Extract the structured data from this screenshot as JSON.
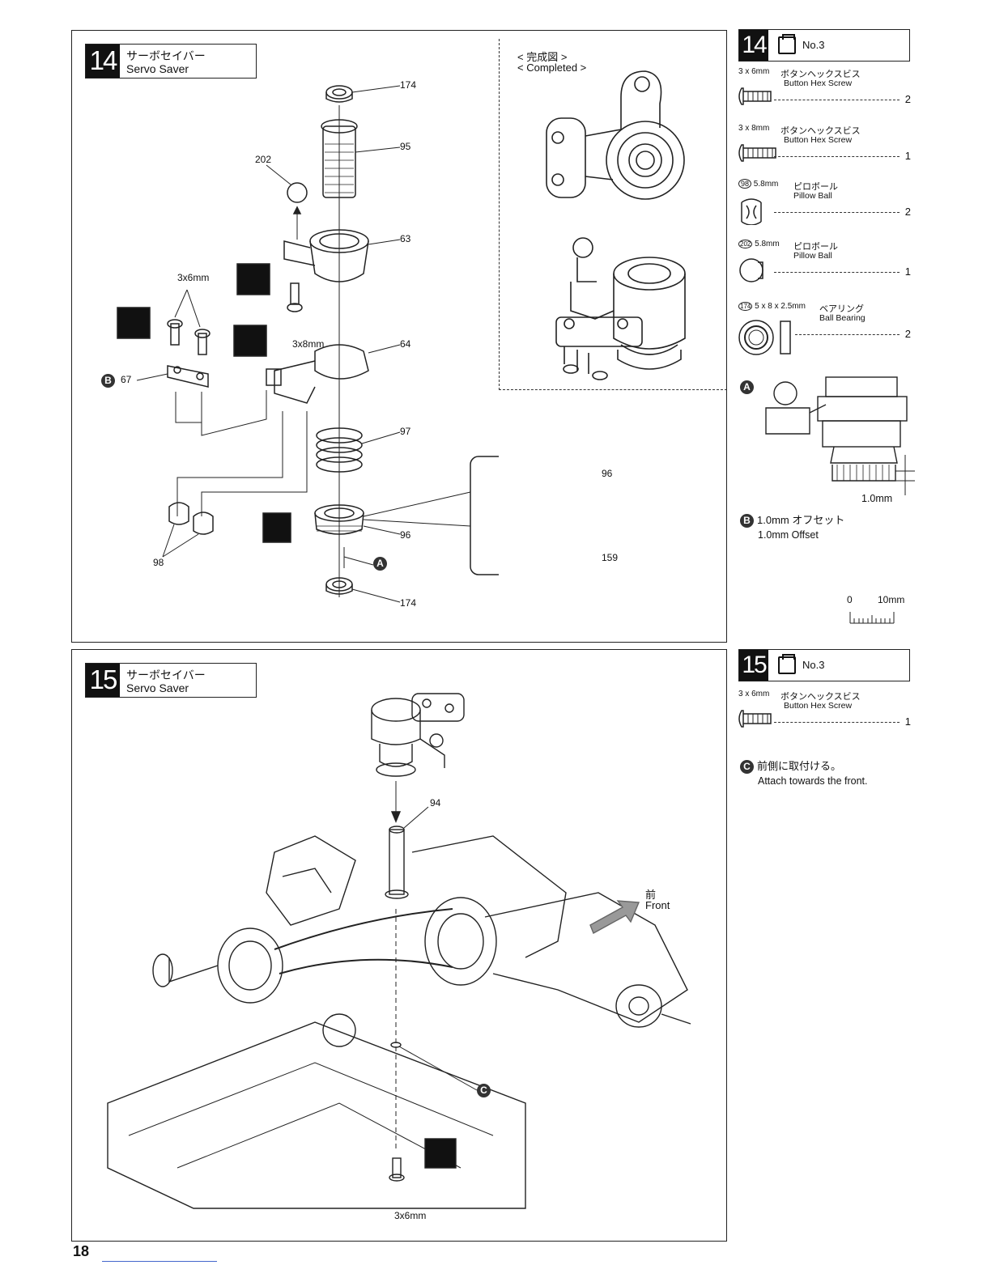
{
  "step14": {
    "number": "14",
    "title_jp": "サーボセイバー",
    "title_en": "Servo Saver",
    "completed_jp": "< 完成図 >",
    "completed_en": "< Completed >",
    "labels": {
      "p174a": "174",
      "p95": "95",
      "p202": "202",
      "p63": "63",
      "p64": "64",
      "p67": "67",
      "p97": "97",
      "p96a": "96",
      "p96b": "96",
      "p159": "159",
      "p98": "98",
      "p174b": "174",
      "screw3x6": "3x6mm",
      "screw3x8": "3x8mm",
      "markB": "B",
      "markA": "A"
    }
  },
  "step15": {
    "number": "15",
    "title_jp": "サーボセイバー",
    "title_en": "Servo Saver",
    "labels": {
      "p94": "94",
      "front_jp": "前",
      "front_en": "Front",
      "screw3x6": "3x6mm",
      "markC": "C"
    }
  },
  "sidebar14": {
    "number": "14",
    "bag": "No.3",
    "parts": [
      {
        "size": "3 x 6mm",
        "jp": "ボタンヘックスビス",
        "en": "Button Hex Screw",
        "qty": "2"
      },
      {
        "size": "3 x 8mm",
        "jp": "ボタンヘックスビス",
        "en": "Button Hex Screw",
        "qty": "1"
      },
      {
        "num": "98",
        "size": "5.8mm",
        "jp": "ピロボール",
        "en": "Pillow Ball",
        "qty": "2"
      },
      {
        "num": "202",
        "size": "5.8mm",
        "jp": "ピロボール",
        "en": "Pillow Ball",
        "qty": "1"
      },
      {
        "num": "174",
        "size": "5 x 8 x 2.5mm",
        "jp": "ベアリング",
        "en": "Ball Bearing",
        "qty": "2"
      }
    ],
    "noteA_mark": "A",
    "noteA_dim": "1.0mm",
    "noteB_mark": "B",
    "noteB_jp": "1.0mm オフセット",
    "noteB_en": "1.0mm Offset",
    "scale_0": "0",
    "scale_10": "10mm"
  },
  "sidebar15": {
    "number": "15",
    "bag": "No.3",
    "parts": [
      {
        "size": "3 x 6mm",
        "jp": "ボタンヘックスビス",
        "en": "Button Hex Screw",
        "qty": "1"
      }
    ],
    "noteC_mark": "C",
    "noteC_jp": "前側に取付ける。",
    "noteC_en": "Attach towards the front."
  },
  "page_number": "18"
}
